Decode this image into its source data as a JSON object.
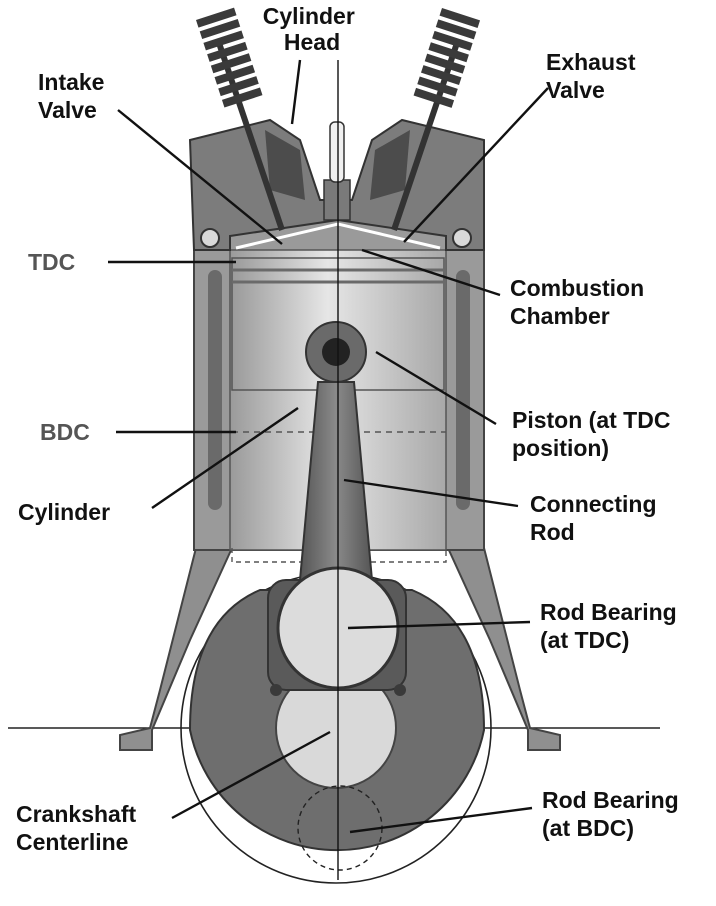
{
  "labels": {
    "cylinder_head": [
      "Cylinder",
      "Head"
    ],
    "intake_valve": [
      "Intake",
      "Valve"
    ],
    "exhaust_valve": [
      "Exhaust",
      "Valve"
    ],
    "tdc": "TDC",
    "bdc": "BDC",
    "combustion_chamber": [
      "Combustion",
      "Chamber"
    ],
    "piston": [
      "Piston (at TDC",
      "position)"
    ],
    "cylinder": "Cylinder",
    "connecting_rod": [
      "Connecting",
      "Rod"
    ],
    "rod_bearing_tdc": [
      "Rod Bearing",
      "(at TDC)"
    ],
    "crankshaft_centerline": [
      "Crankshaft",
      "Centerline"
    ],
    "rod_bearing_bdc": [
      "Rod Bearing",
      "(at BDC)"
    ]
  },
  "colors": {
    "block": "#8f8f8f",
    "block_dark": "#5a5a5a",
    "piston": "#c8c8c8",
    "crank": "#6e6e6e",
    "bearing": "#d9d9d9",
    "spring": "#3a3a3a"
  }
}
